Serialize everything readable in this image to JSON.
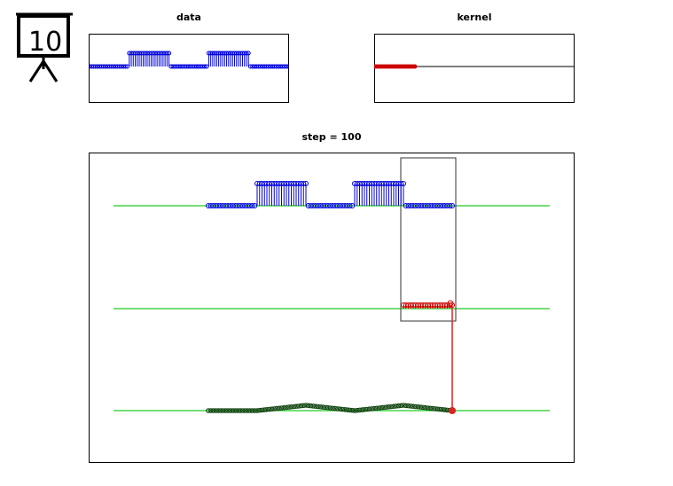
{
  "slide_badge": {
    "number": "10"
  },
  "plots": {
    "data": {
      "title": "data"
    },
    "kernel": {
      "title": "kernel"
    },
    "main": {
      "title": "step = 100",
      "step": 100
    }
  },
  "colors": {
    "axis": "#000000",
    "data_signal": "#0000dd",
    "kernel_signal": "#cc0000",
    "kernel_line": "#000000",
    "baseline_green": "#22cc22",
    "result_signal": "#114411",
    "cursor_red": "#dd2222",
    "window_box": "#333333",
    "background": "#ffffff"
  },
  "chart_data": [
    {
      "id": "data",
      "type": "line",
      "title": "data",
      "n_samples": 100,
      "ylim": [
        0,
        1
      ],
      "segments": [
        [
          0,
          20,
          0
        ],
        [
          20,
          40,
          1
        ],
        [
          40,
          60,
          0
        ],
        [
          60,
          80,
          1
        ],
        [
          80,
          100,
          0
        ]
      ]
    },
    {
      "id": "kernel",
      "type": "line",
      "title": "kernel",
      "n_samples": 20,
      "value": 0.05,
      "ylim": [
        0,
        1
      ],
      "segments": [
        [
          0,
          20,
          0.05
        ]
      ]
    },
    {
      "id": "convolution",
      "type": "line",
      "title": "step = 100",
      "step": 100,
      "kernel_window": [
        80,
        100
      ],
      "series": [
        {
          "name": "data",
          "segments": [
            [
              0,
              20,
              0
            ],
            [
              20,
              40,
              1
            ],
            [
              40,
              60,
              0
            ],
            [
              60,
              80,
              1
            ],
            [
              80,
              100,
              0
            ]
          ]
        },
        {
          "name": "kernel",
          "segments": [
            [
              80,
              100,
              0.05
            ]
          ]
        },
        {
          "name": "result",
          "keypoints": [
            [
              0,
              0
            ],
            [
              20,
              0
            ],
            [
              40,
              1
            ],
            [
              60,
              0
            ],
            [
              80,
              1
            ],
            [
              100,
              0
            ]
          ]
        }
      ]
    }
  ]
}
